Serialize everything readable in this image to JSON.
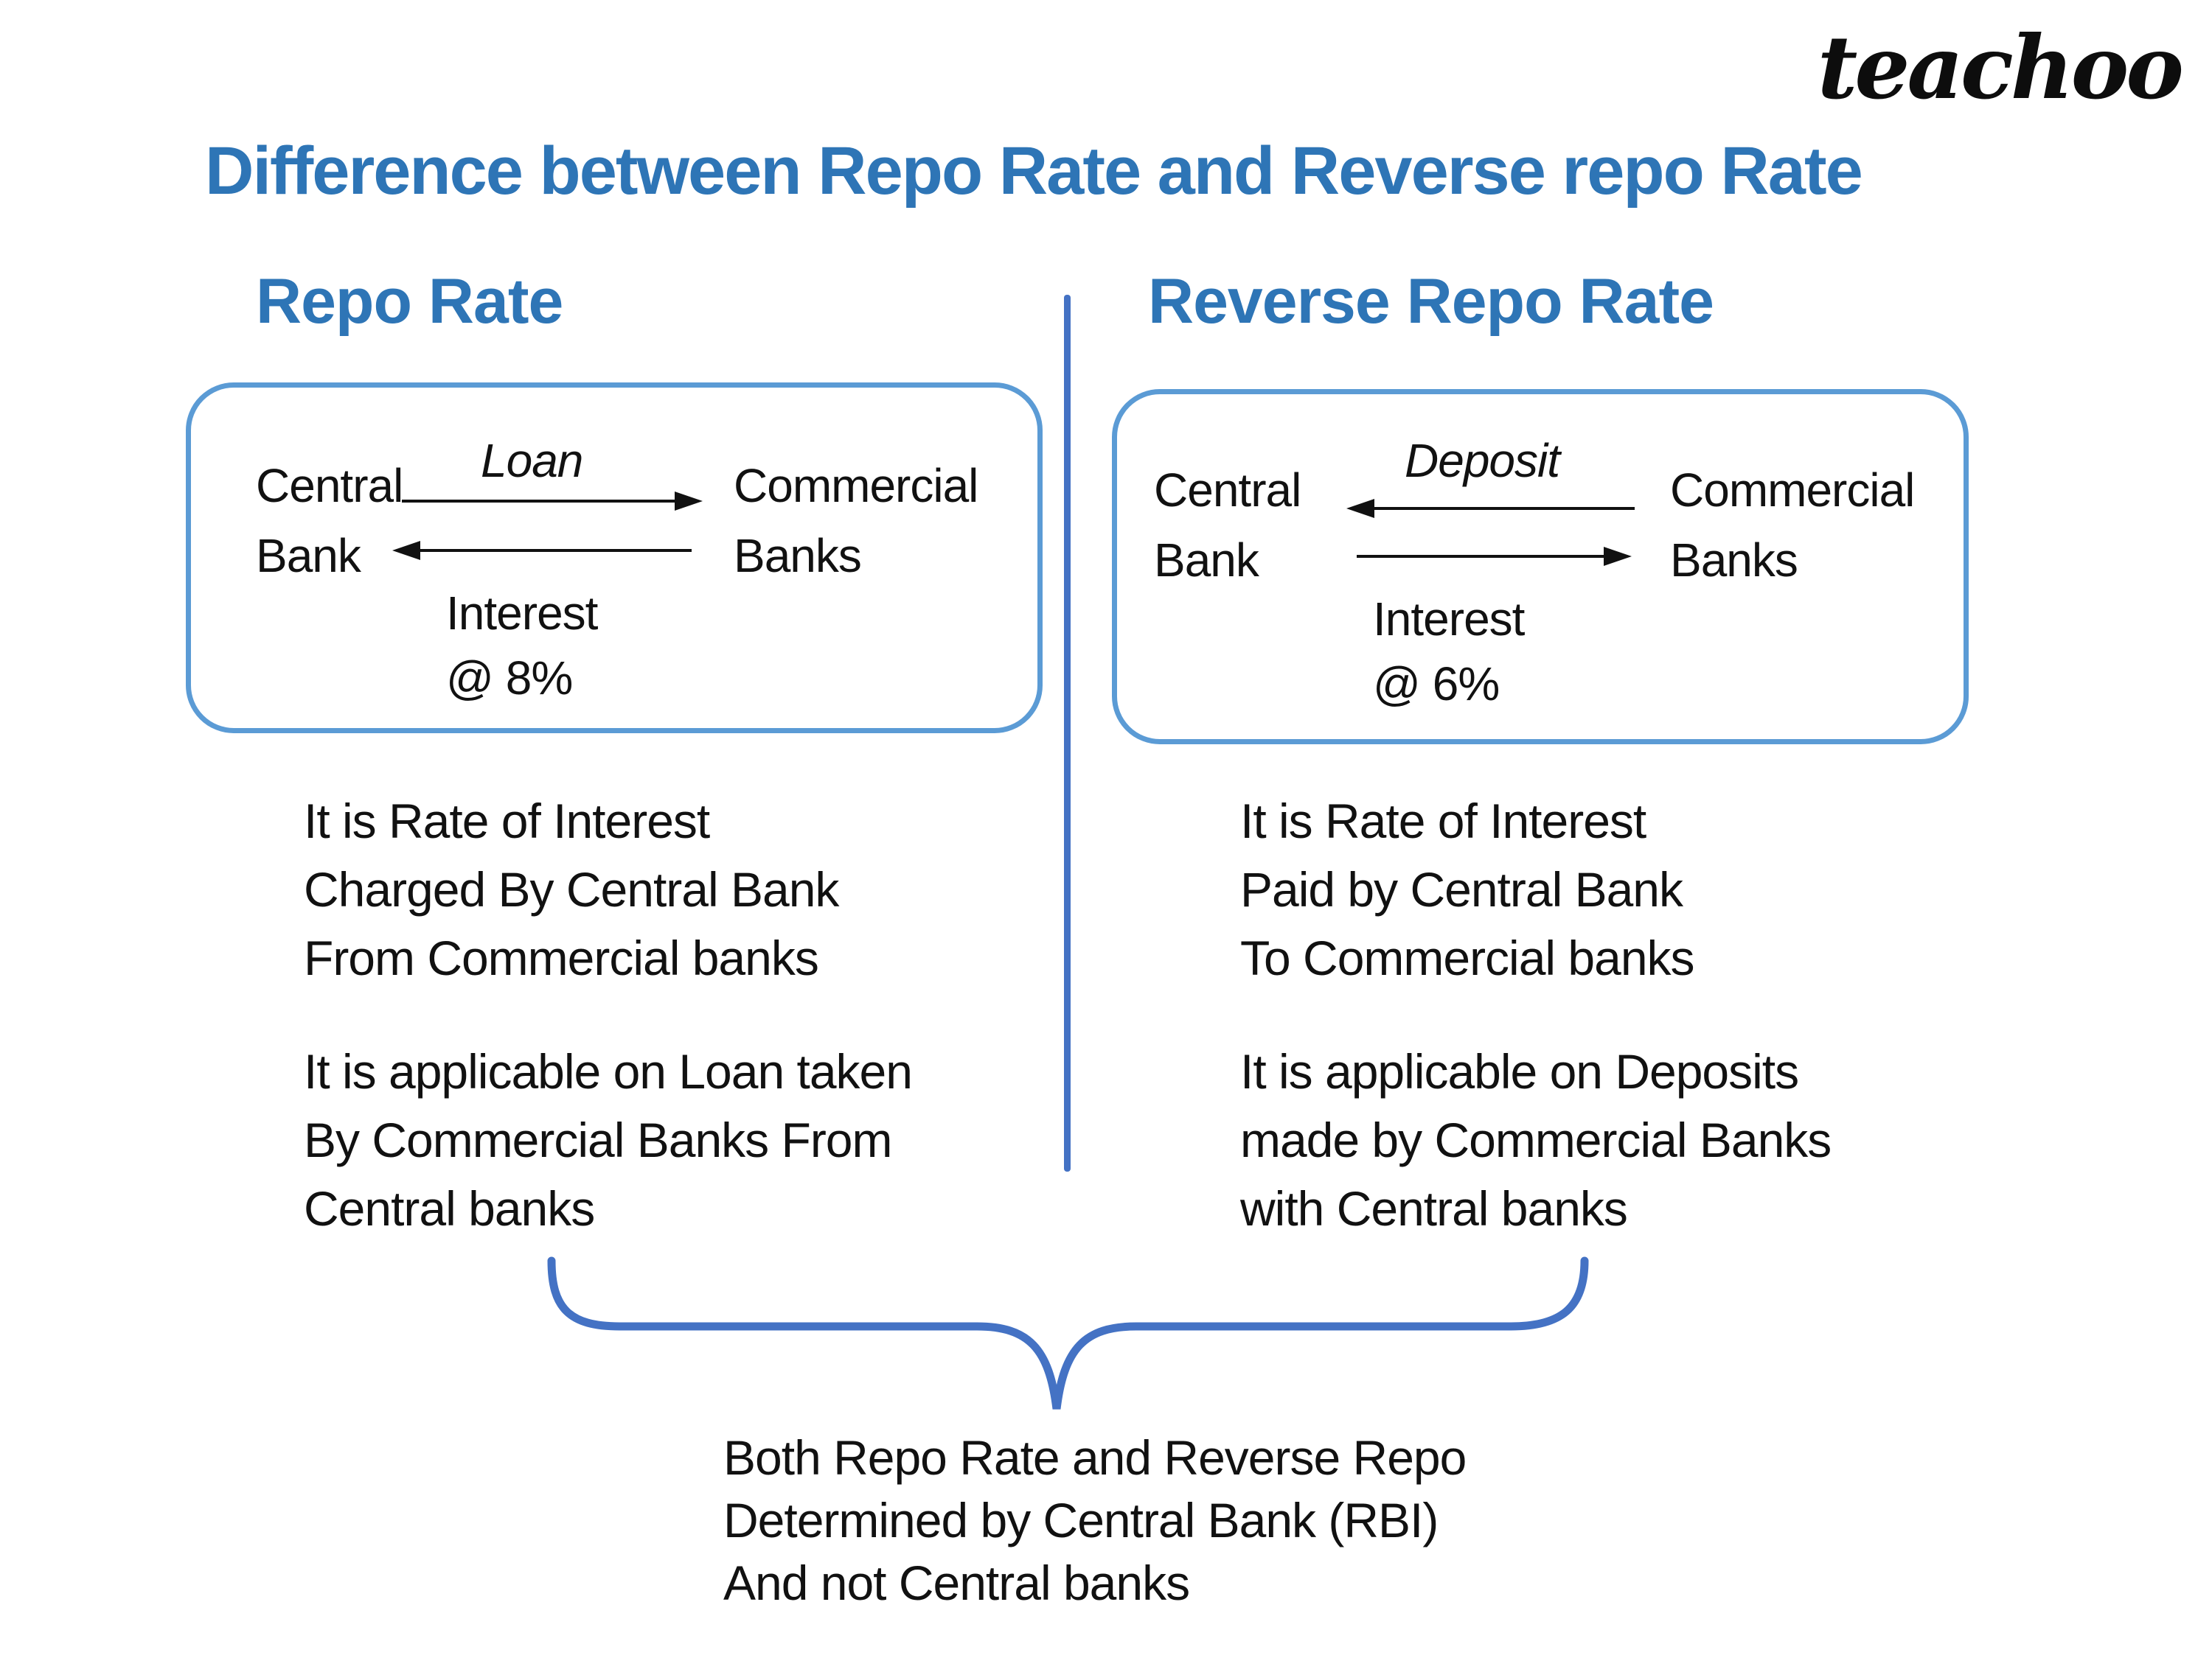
{
  "logo": "teachoo",
  "title": "Difference between Repo Rate and Reverse repo Rate",
  "left": {
    "header": "Repo Rate",
    "box": {
      "party_a": [
        "Central",
        "Bank"
      ],
      "party_b": [
        "Commercial",
        "Banks"
      ],
      "flow_label": "Loan",
      "return_label": [
        "Interest",
        "@ 8%"
      ]
    },
    "para1": [
      "It is Rate of Interest",
      "Charged By Central Bank",
      "From Commercial banks"
    ],
    "para2": [
      "It is applicable on Loan taken",
      "By Commercial Banks From",
      "Central banks"
    ]
  },
  "right": {
    "header": "Reverse Repo Rate",
    "box": {
      "party_a": [
        "Central",
        "Bank"
      ],
      "party_b": [
        "Commercial",
        "Banks"
      ],
      "flow_label": "Deposit",
      "return_label": [
        "Interest",
        "@ 6%"
      ]
    },
    "para1": [
      "It is Rate of Interest",
      "Paid by Central Bank",
      "To Commercial banks"
    ],
    "para2": [
      "It is applicable on Deposits",
      "made by Commercial Banks",
      "with Central banks"
    ]
  },
  "footer": [
    "Both Repo Rate and Reverse Repo",
    "Determined by Central Bank (RBI)",
    "And not Central banks"
  ],
  "colors": {
    "heading_blue": "#2E75B6",
    "box_border_blue": "#5B9BD5",
    "connector_blue": "#4472C4",
    "text_black": "#111111"
  }
}
